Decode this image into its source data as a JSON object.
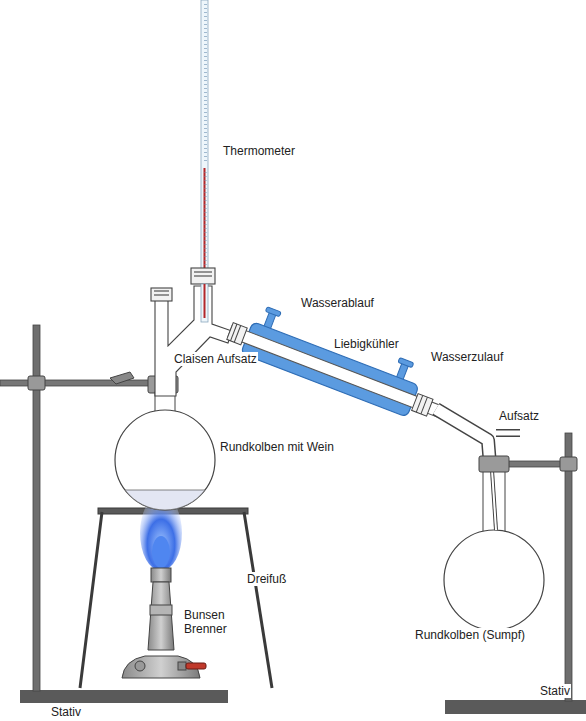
{
  "diagram": {
    "labels": [
      "Thermometer",
      "Wasserablauf",
      "Claisen Aufsatz",
      "Liebigkühler",
      "Wasserzulauf",
      "Aufsatz",
      "Rundkolben mit Wein",
      "Dreifuß",
      "Bunsen Brenner",
      "Rundkolben (Sumpf)",
      "Stativ",
      "Stativ"
    ]
  }
}
